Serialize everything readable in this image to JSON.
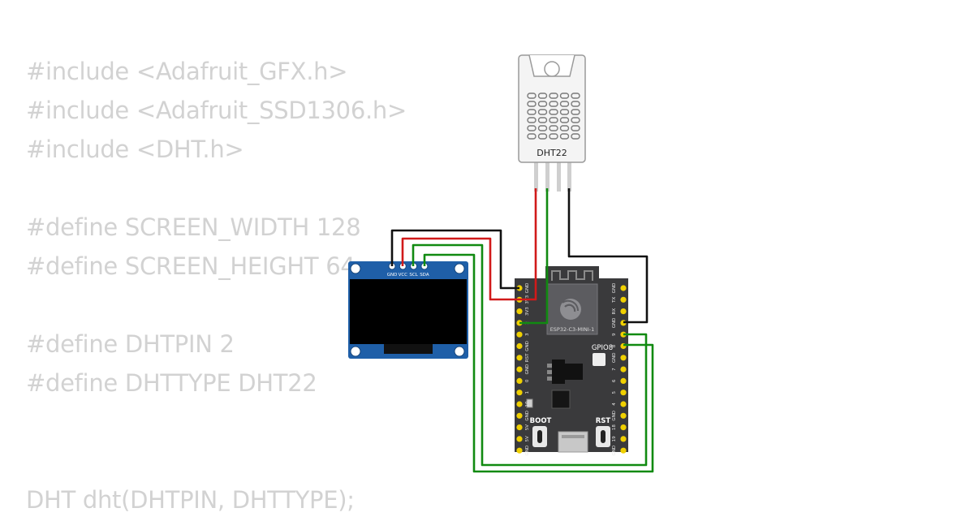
{
  "code": {
    "lines": [
      "#include <Adafruit_GFX.h>",
      "#include <Adafruit_SSD1306.h>",
      "#include <DHT.h>",
      "",
      "#define SCREEN_WIDTH 128",
      "#define SCREEN_HEIGHT 64",
      "",
      "#define DHTPIN 2",
      "#define DHTTYPE DHT22",
      "",
      "",
      "DHT dht(DHTPIN, DHTTYPE);"
    ]
  },
  "dht22": {
    "label": "DHT22"
  },
  "oled": {
    "pins": [
      "GND",
      "VCC",
      "SCL",
      "SDA"
    ]
  },
  "esp32": {
    "module_label": "ESP32-C3-MINI-1",
    "gpio_label": "GPIO8",
    "boot_label": "BOOT",
    "rst_label": "RST",
    "left_pins": [
      "GND",
      "3V3",
      "3V3",
      "2",
      "3",
      "GND",
      "RST",
      "GND",
      "0",
      "1",
      "10",
      "GND",
      "5V",
      "5V",
      "GND"
    ],
    "right_pins": [
      "GND",
      "TX",
      "RX",
      "GND",
      "9",
      "8",
      "GND",
      "7",
      "6",
      "5",
      "4",
      "GND",
      "18",
      "19",
      "GND"
    ]
  },
  "colors": {
    "code_text": "#d2d2d2",
    "wire_black": "#111111",
    "wire_red": "#d11a1a",
    "wire_green": "#118a11",
    "board": "#3a3a3c",
    "oled_pcb": "#1f5fa8",
    "pin_gold": "#f0d000"
  }
}
